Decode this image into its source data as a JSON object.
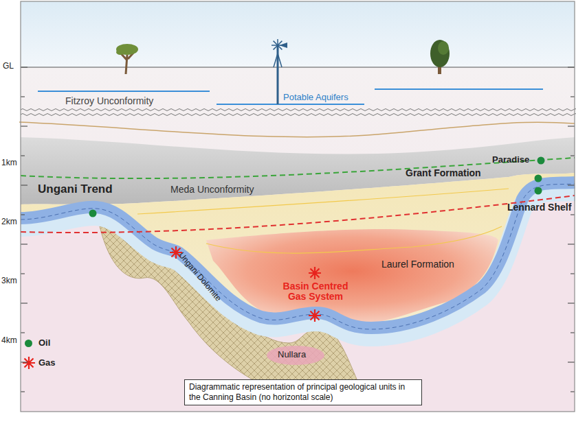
{
  "diagram": {
    "caption": "Diagrammatic representation of principal geological units in the Canning Basin (no horizontal scale)",
    "labels": [
      "GL",
      "Fitzroy Unconformity",
      "Potable Aquifers",
      "1km",
      "2km",
      "3km",
      "4km",
      "Ungani Trend",
      "Meda Unconformity",
      "Grant Formation",
      "Paradise",
      "Lennard Shelf",
      "Ungani Dolomite",
      "Laurel Formation",
      "Basin Centred Gas System",
      "Nullara"
    ],
    "legend": [
      {
        "text": "Oil",
        "color": "#1b8a3c"
      },
      {
        "text": "Gas"
      }
    ]
  }
}
